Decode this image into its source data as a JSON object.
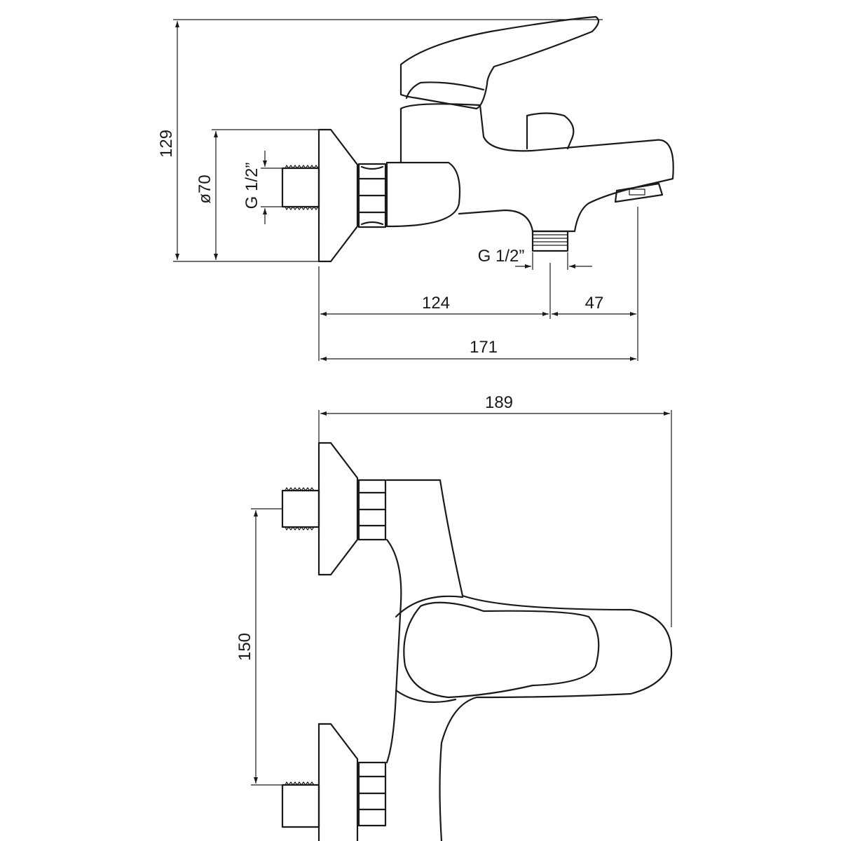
{
  "dimensions": {
    "height_total": "129",
    "flange_diameter": "ø70",
    "inlet_thread": "G 1/2”",
    "outlet_thread": "G 1/2”",
    "inlet_to_outlet": "124",
    "outlet_to_spout": "47",
    "total_depth": "171",
    "total_width": "189",
    "inlet_spacing": "150"
  },
  "colors": {
    "line": "#1a1a1a",
    "background": "#ffffff"
  }
}
